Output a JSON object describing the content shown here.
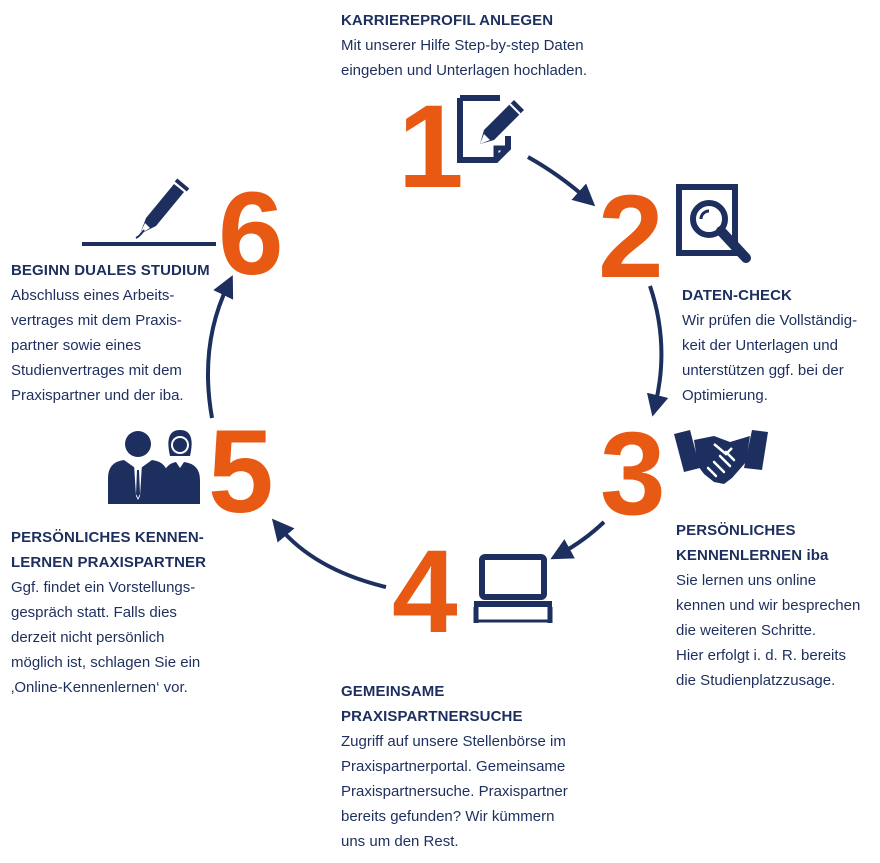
{
  "colors": {
    "accent": "#e85a13",
    "navy": "#1d2f5e"
  },
  "steps": [
    {
      "number": "1",
      "icon": "edit-document-icon",
      "title_lines": [
        "KARRIEREPROFIL ANLEGEN"
      ],
      "body_lines": [
        "Mit unserer Hilfe Step-by-step Daten",
        "eingeben und Unterlagen hochladen."
      ]
    },
    {
      "number": "2",
      "icon": "magnifier-document-icon",
      "title_lines": [
        "DATEN-CHECK"
      ],
      "body_lines": [
        "Wir prüfen die Vollständig-",
        "keit der Unterlagen und",
        "unterstützen ggf. bei der",
        "Optimierung."
      ]
    },
    {
      "number": "3",
      "icon": "handshake-icon",
      "title_lines": [
        "PERSÖNLICHES",
        "KENNENLERNEN"
      ],
      "title_suffix": "iba",
      "body_lines": [
        "Sie lernen uns online",
        "kennen und wir besprechen",
        "die weiteren Schritte.",
        "Hier erfolgt i. d. R. bereits",
        "die Studienplatzzusage."
      ]
    },
    {
      "number": "4",
      "icon": "laptop-icon",
      "title_lines": [
        "GEMEINSAME",
        "PRAXISPARTNERSUCHE"
      ],
      "body_lines": [
        "Zugriff auf unsere Stellenbörse im",
        "Praxispartnerportal. Gemeinsame",
        "Praxispartnersuche. Praxispartner",
        "bereits gefunden? Wir kümmern",
        "uns um den Rest."
      ]
    },
    {
      "number": "5",
      "icon": "people-icon",
      "title_lines": [
        "PERSÖNLICHES KENNEN-",
        "LERNEN PRAXISPARTNER"
      ],
      "body_lines": [
        "Ggf. findet ein Vorstellungs-",
        "gespräch statt. Falls dies",
        "derzeit nicht persönlich",
        "möglich ist, schlagen Sie ein",
        "‚Online-Kennenlernen‘ vor."
      ]
    },
    {
      "number": "6",
      "icon": "signing-pen-icon",
      "title_lines": [
        "BEGINN DUALES STUDIUM"
      ],
      "body_lines": [
        "Abschluss eines Arbeits-",
        "vertrages mit dem Praxis-",
        "partner sowie eines",
        "Studienvertrages mit dem",
        "Praxispartner und der iba."
      ]
    }
  ]
}
